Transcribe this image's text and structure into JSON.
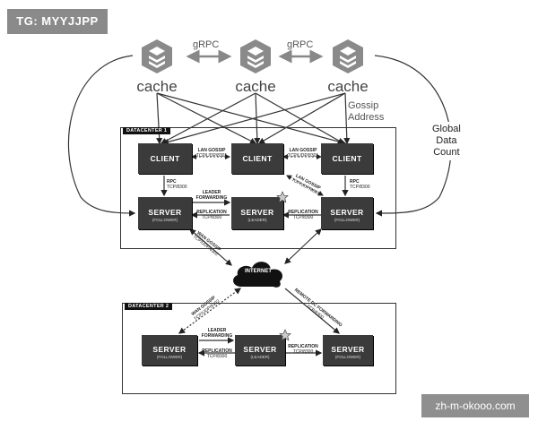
{
  "tag": "TG: MYYJJPP",
  "watermark": "zh-m-okooo.com",
  "caches": [
    "cache",
    "cache",
    "cache"
  ],
  "grpc_label": "gRPC",
  "gossip_address": [
    "Gossip",
    "Address"
  ],
  "global_data_count": [
    "Global",
    "Data",
    "Count"
  ],
  "dc1": {
    "label": "DATACENTER 1",
    "clients": [
      "CLIENT",
      "CLIENT",
      "CLIENT"
    ],
    "servers": [
      {
        "title": "SERVER",
        "role": "(FOLLOWER)"
      },
      {
        "title": "SERVER",
        "role": "(LEADER)"
      },
      {
        "title": "SERVER",
        "role": "(FOLLOWER)"
      }
    ],
    "lan_gossip": "LAN GOSSIP",
    "lan_port": "TCP/UDP/8301",
    "rpc": "RPC",
    "rpc_port": "TCP/8300",
    "leader_forwarding": [
      "LEADER",
      "FORWARDING"
    ],
    "replication": "REPLICATION",
    "replication_port": "TCP/8300"
  },
  "internet": "INTERNET",
  "wan_gossip": "WAN GOSSIP",
  "wan_port": "TCP/UDP/8302",
  "remote_dc_forwarding": "REMOTE DC FORWARDING",
  "remote_port": "TCP/8300",
  "dc2": {
    "label": "DATACENTER 2",
    "servers": [
      {
        "title": "SERVER",
        "role": "(FOLLOWER)"
      },
      {
        "title": "SERVER",
        "role": "(LEADER)"
      },
      {
        "title": "SERVER",
        "role": "(FOLLOWER)"
      }
    ],
    "leader_forwarding": [
      "LEADER",
      "FORWARDING"
    ],
    "replication": "REPLICATION",
    "replication_port": "TCP/8300"
  }
}
